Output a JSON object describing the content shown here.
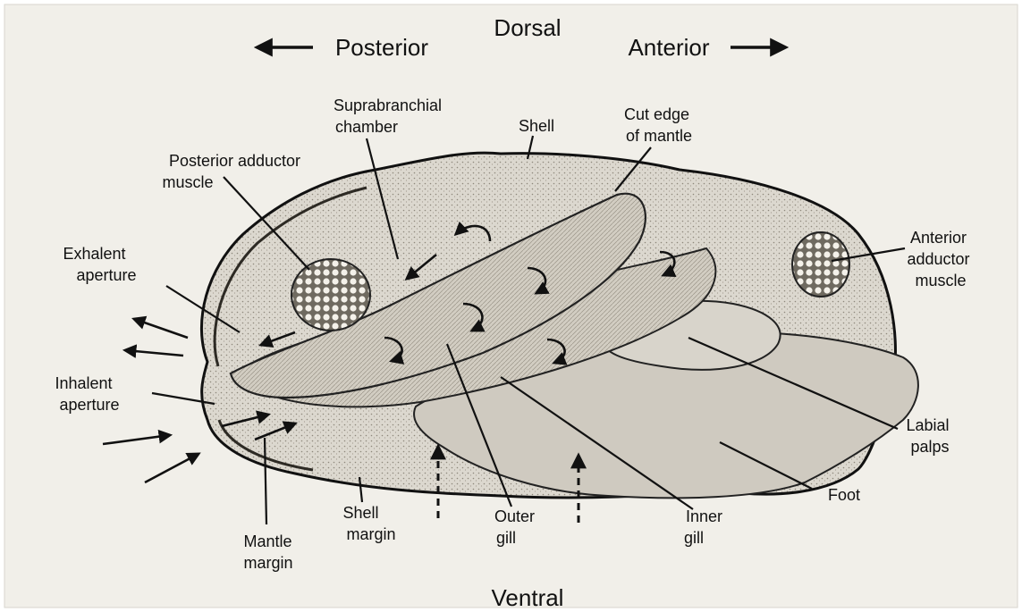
{
  "orientation": {
    "dorsal": "Dorsal",
    "ventral": "Ventral",
    "posterior": "Posterior",
    "anterior": "Anterior"
  },
  "labels": {
    "suprabranchial": [
      "Suprabranchial",
      "chamber"
    ],
    "shell": [
      "Shell"
    ],
    "cut_edge": [
      "Cut edge",
      "of mantle"
    ],
    "posterior_adductor": [
      "Posterior adductor",
      "muscle"
    ],
    "anterior_adductor": [
      "Anterior",
      "adductor",
      "muscle"
    ],
    "exhalent": [
      "Exhalent",
      "aperture"
    ],
    "inhalent": [
      "Inhalent",
      "aperture"
    ],
    "labial_palps": [
      "Labial",
      "palps"
    ],
    "foot": [
      "Foot"
    ],
    "shell_margin": [
      "Shell",
      "margin"
    ],
    "outer_gill": [
      "Outer",
      "gill"
    ],
    "inner_gill": [
      "Inner",
      "gill"
    ],
    "mantle_margin": [
      "Mantle",
      "margin"
    ]
  },
  "colors": {
    "background": "#f1efe9",
    "ink": "#111111",
    "body_fill": "#e4e1d9",
    "gill_fill": "#d6d2c8",
    "foot_fill": "#cfcac0",
    "muscle_fill": "#bdb8ad"
  }
}
